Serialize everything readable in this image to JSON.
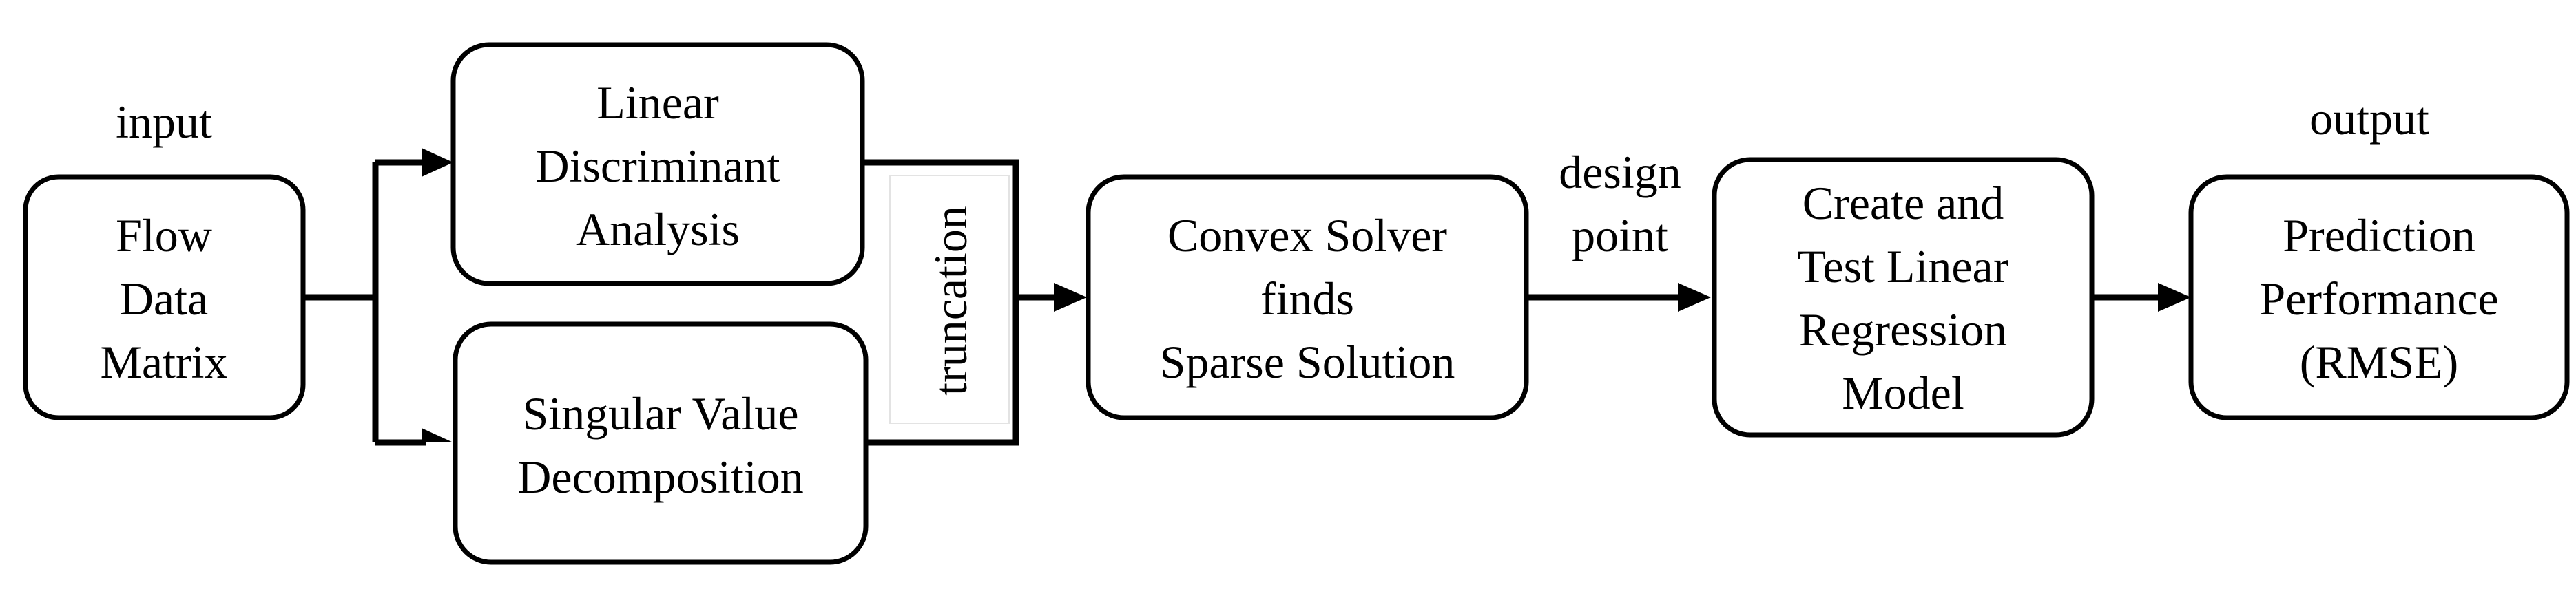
{
  "labels": {
    "input": "input",
    "output": "output",
    "design_point": [
      "design",
      "point"
    ],
    "truncation": "truncation"
  },
  "nodes": {
    "flow_data_matrix": [
      "Flow",
      "Data",
      "Matrix"
    ],
    "lda": [
      "Linear",
      "Discriminant",
      "Analysis"
    ],
    "svd": [
      "Singular Value",
      "Decomposition"
    ],
    "convex_solver": [
      "Convex Solver",
      "finds",
      "Sparse Solution"
    ],
    "regression": [
      "Create and",
      "Test Linear",
      "Regression",
      "Model"
    ],
    "prediction": [
      "Prediction",
      "Performance",
      "(RMSE)"
    ]
  }
}
